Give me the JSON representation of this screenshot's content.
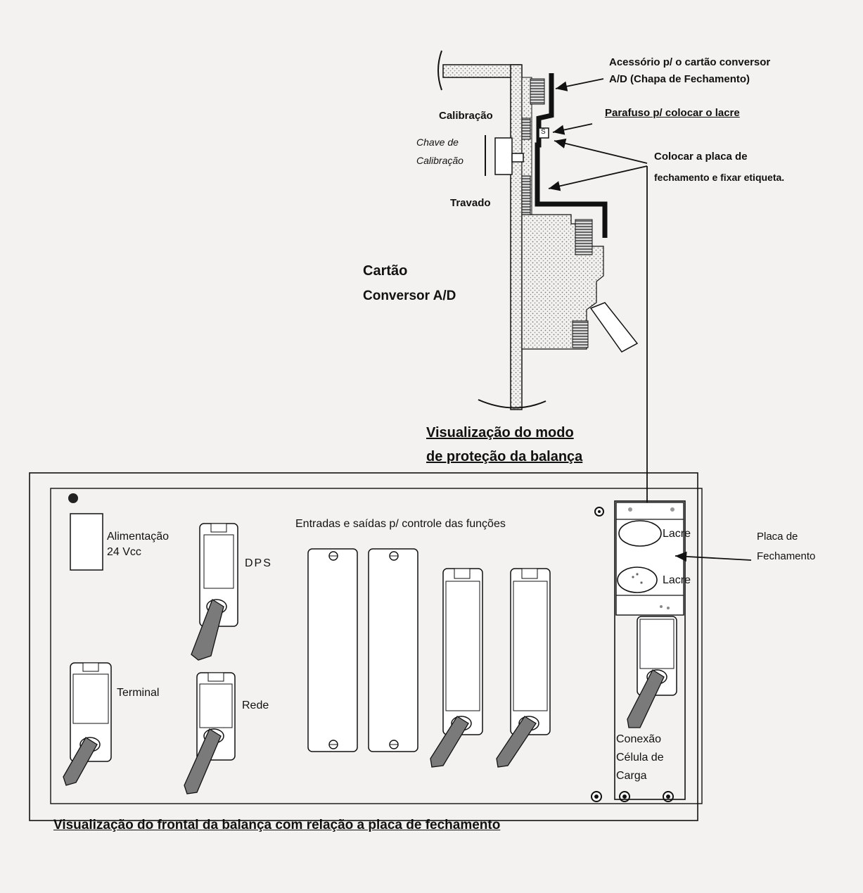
{
  "side_view": {
    "accessory_line1": "Acessório p/ o cartão conversor",
    "accessory_line2": "A/D (Chapa de Fechamento)",
    "screw_label": "Parafuso p/ colocar o lacre",
    "calibration": "Calibração",
    "switch_line1": "Chave de",
    "switch_line2": "Calibração",
    "place_plate_line1": "Colocar a placa de",
    "place_plate_line2": "fechamento e fixar etiqueta.",
    "locked": "Travado",
    "card_line1": "Cartão",
    "card_line2": "Conversor A/D",
    "screw_mark": "S",
    "caption_line1": "Visualização do modo",
    "caption_line2": "de proteção da balança"
  },
  "front_view": {
    "power_line1": "Alimentação",
    "power_line2": "24 Vcc",
    "dps": "DPS",
    "io_title": "Entradas e saídas p/ controle das funções",
    "terminal": "Terminal",
    "network": "Rede",
    "seal_1": "Lacre",
    "seal_2": "Lacre",
    "plate_line1": "Placa de",
    "plate_line2": "Fechamento",
    "load_cell_line1": "Conexão",
    "load_cell_line2": "Célula de",
    "load_cell_line3": "Carga",
    "caption": "Visualização do frontal da balança com relação a placa de fechamento"
  },
  "colors": {
    "ink": "#111111",
    "cable": "#7a7a7a",
    "hatch": "#8a8a8a",
    "paper": "#f3f2f0"
  }
}
